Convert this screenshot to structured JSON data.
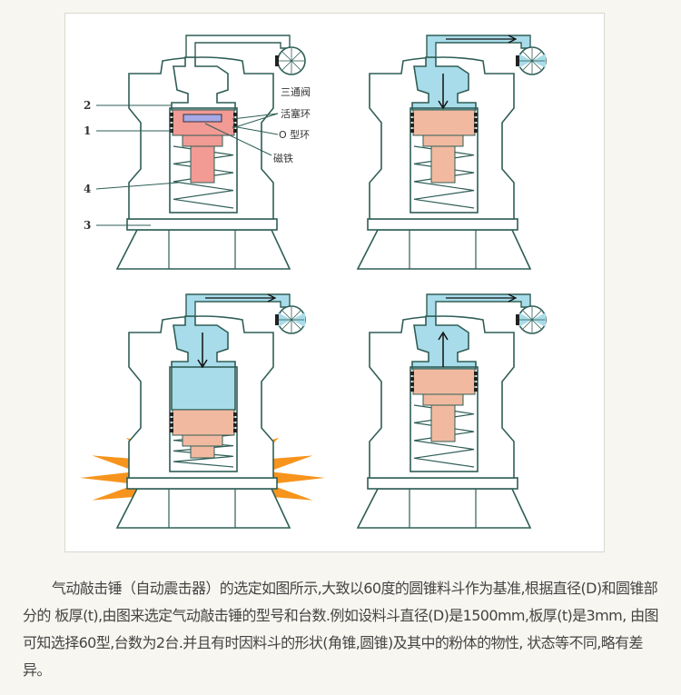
{
  "diagram": {
    "labels": {
      "n2": "2",
      "n1": "1",
      "n4": "4",
      "n3": "3",
      "three_way_valve": "三通阀",
      "piston_ring": "活塞环",
      "o_ring": "O 型环",
      "magnet": "磁铁"
    },
    "colors": {
      "air": "#a9dcea",
      "piston_panel1": "#f29a94",
      "piston": "#f1b9a0",
      "magnet": "#a6a8e8",
      "impact_burst": "#f7941d",
      "outline": "#2f5e56"
    }
  },
  "caption": "气动敲击锤（自动震击器）的选定如图所示,大致以60度的圆锥料斗作为基准,根据直径(D)和圆锥部分的 板厚(t),由图来选定气动敲击锤的型号和台数.例如设料斗直径(D)是1500mm,板厚(t)是3mm, 由图可知选择60型,台数为2台.并且有时因料斗的形状(角锥,圆锥)及其中的粉体的物性, 状态等不同,略有差异。"
}
